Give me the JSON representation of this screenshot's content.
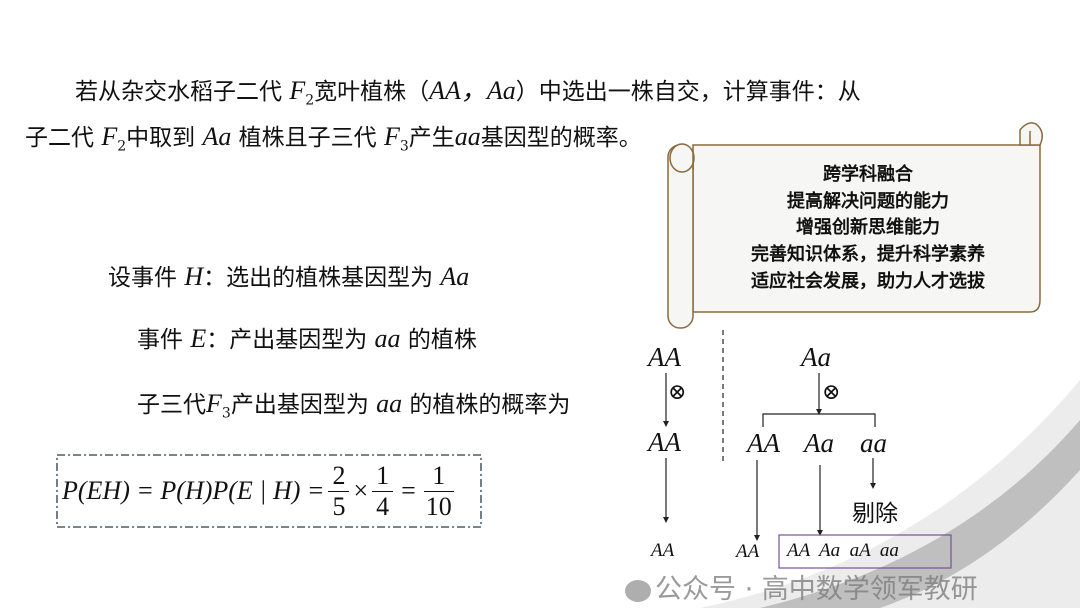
{
  "problem": {
    "line1_a": "若从杂交水稻子二代 ",
    "line1_F": "F",
    "line1_sub": "2",
    "line1_b": "宽叶植株（",
    "line1_g": "AA，Aa",
    "line1_c": "）中选出一株自交，计算事件：从",
    "line2_a": "子二代 ",
    "line2_F": "F",
    "line2_sub": "2",
    "line2_b": "中取到 ",
    "line2_g1": "Aa",
    "line2_c": " 植株且子三代 ",
    "line2_F3": "F",
    "line2_sub3": "3",
    "line2_d": "产生",
    "line2_g2": "aa",
    "line2_e": "基因型的概率。"
  },
  "scroll": {
    "lines": [
      "跨学科融合",
      "提高解决问题的能力",
      "增强创新思维能力",
      "完善知识体系，提升科学素养",
      "适应社会发展，助力人才选拔"
    ]
  },
  "solution": {
    "h_a": "设事件 ",
    "h_var": "H",
    "h_b": "：选出的植株基因型为 ",
    "h_g": "Aa",
    "e_a": "事件 ",
    "e_var": "E",
    "e_b": "：产出基因型为 ",
    "e_g": "aa",
    "e_c": " 的植株",
    "p_a": "子三代",
    "p_F": "F",
    "p_sub": "3",
    "p_b": "产出基因型为 ",
    "p_g": "aa",
    "p_c": " 的植株的概率为",
    "formula_left": "P(EH) = P(H)P(E | H) = ",
    "f1_num": "2",
    "f1_den": "5",
    "times": "×",
    "f2_num": "1",
    "f2_den": "4",
    "eq": "=",
    "f3_num": "1",
    "f3_den": "10"
  },
  "diagram": {
    "left_parent": "AA",
    "selfing_symbol": "⊗",
    "left_child": "AA",
    "left_result": "AA",
    "right_parent": "Aa",
    "offspring": [
      "AA",
      "Aa",
      "aa"
    ],
    "removed_label": "剔除",
    "result_single": "AA",
    "result_box": "AA  Aa  aA  aa"
  },
  "watermark": "公众号 · 高中数学领军教研",
  "colors": {
    "scroll_border": "#8b6a3e",
    "scroll_fill": "#f6f6f4",
    "result_box_border": "#7a4f9a",
    "swoosh": "#cfcfcf"
  }
}
